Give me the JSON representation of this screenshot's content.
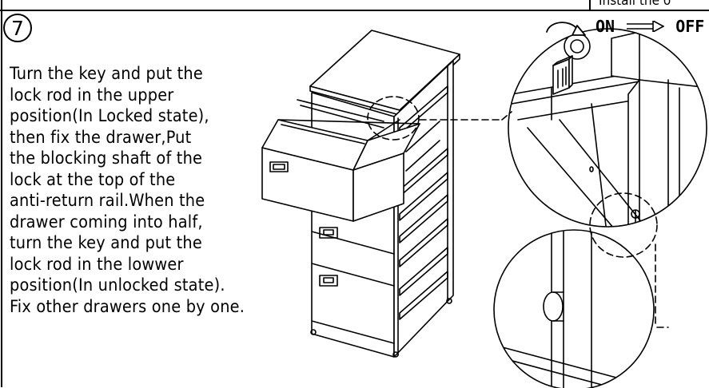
{
  "header": {
    "tab_text": "Install the o"
  },
  "step": {
    "number": "7"
  },
  "instructions": {
    "lines": [
      "Turn the key and put the",
      "lock rod in the upper",
      "position(In Locked state),",
      "then fix the drawer,Put",
      "the blocking shaft of the",
      "lock at the top of the",
      "anti-return rail.When the",
      "drawer coming into half,",
      "turn the key and put the",
      "lock rod in the lowwer",
      "position(In unlocked state).",
      "Fix other drawers one by one."
    ]
  },
  "key_state": {
    "from": "ON",
    "to": "OFF"
  },
  "icons": {
    "rotate_arrow": "curved-rotate-arrow-icon",
    "direction_arrow": "right-arrow-icon",
    "key": "key-icon"
  }
}
